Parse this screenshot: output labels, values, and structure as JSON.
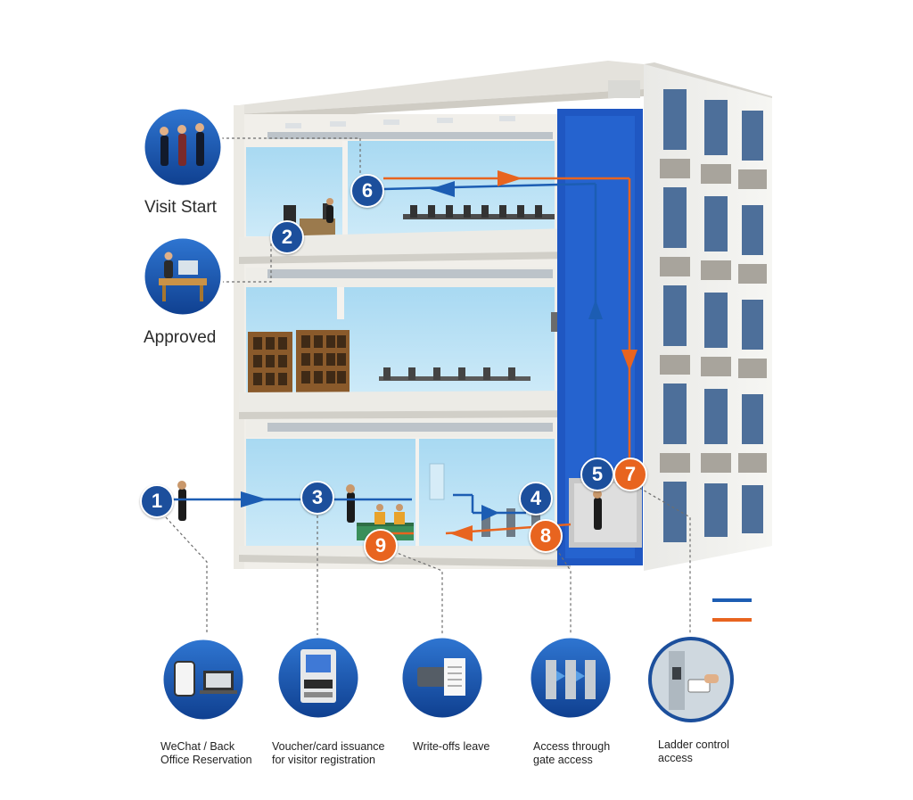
{
  "colors": {
    "blue": "#1c5db3",
    "orange": "#e8641f",
    "sky": "#b7e0f4",
    "shaft": "#1f57c2"
  },
  "side_labels": {
    "visit_start": "Visit Start",
    "approved": "Approved"
  },
  "steps": [
    {
      "num": "1",
      "color": "blue"
    },
    {
      "num": "2",
      "color": "blue"
    },
    {
      "num": "3",
      "color": "blue"
    },
    {
      "num": "4",
      "color": "blue"
    },
    {
      "num": "5",
      "color": "blue"
    },
    {
      "num": "6",
      "color": "blue"
    },
    {
      "num": "7",
      "color": "orange"
    },
    {
      "num": "8",
      "color": "orange"
    },
    {
      "num": "9",
      "color": "orange"
    }
  ],
  "bottom_labels": {
    "wechat": "WeChat / Back\n Office Reservation",
    "voucher": "Voucher/card issuance\nfor visitor registration",
    "writeoff": "Write-offs leave",
    "gate": "Access through\ngate access",
    "ladder": "Ladder control\naccess"
  },
  "icons": [
    "visitors-icon",
    "approval-desk-icon",
    "phone-laptop-icon",
    "kiosk-icon",
    "receipt-icon",
    "turnstile-icon",
    "card-reader-icon"
  ]
}
